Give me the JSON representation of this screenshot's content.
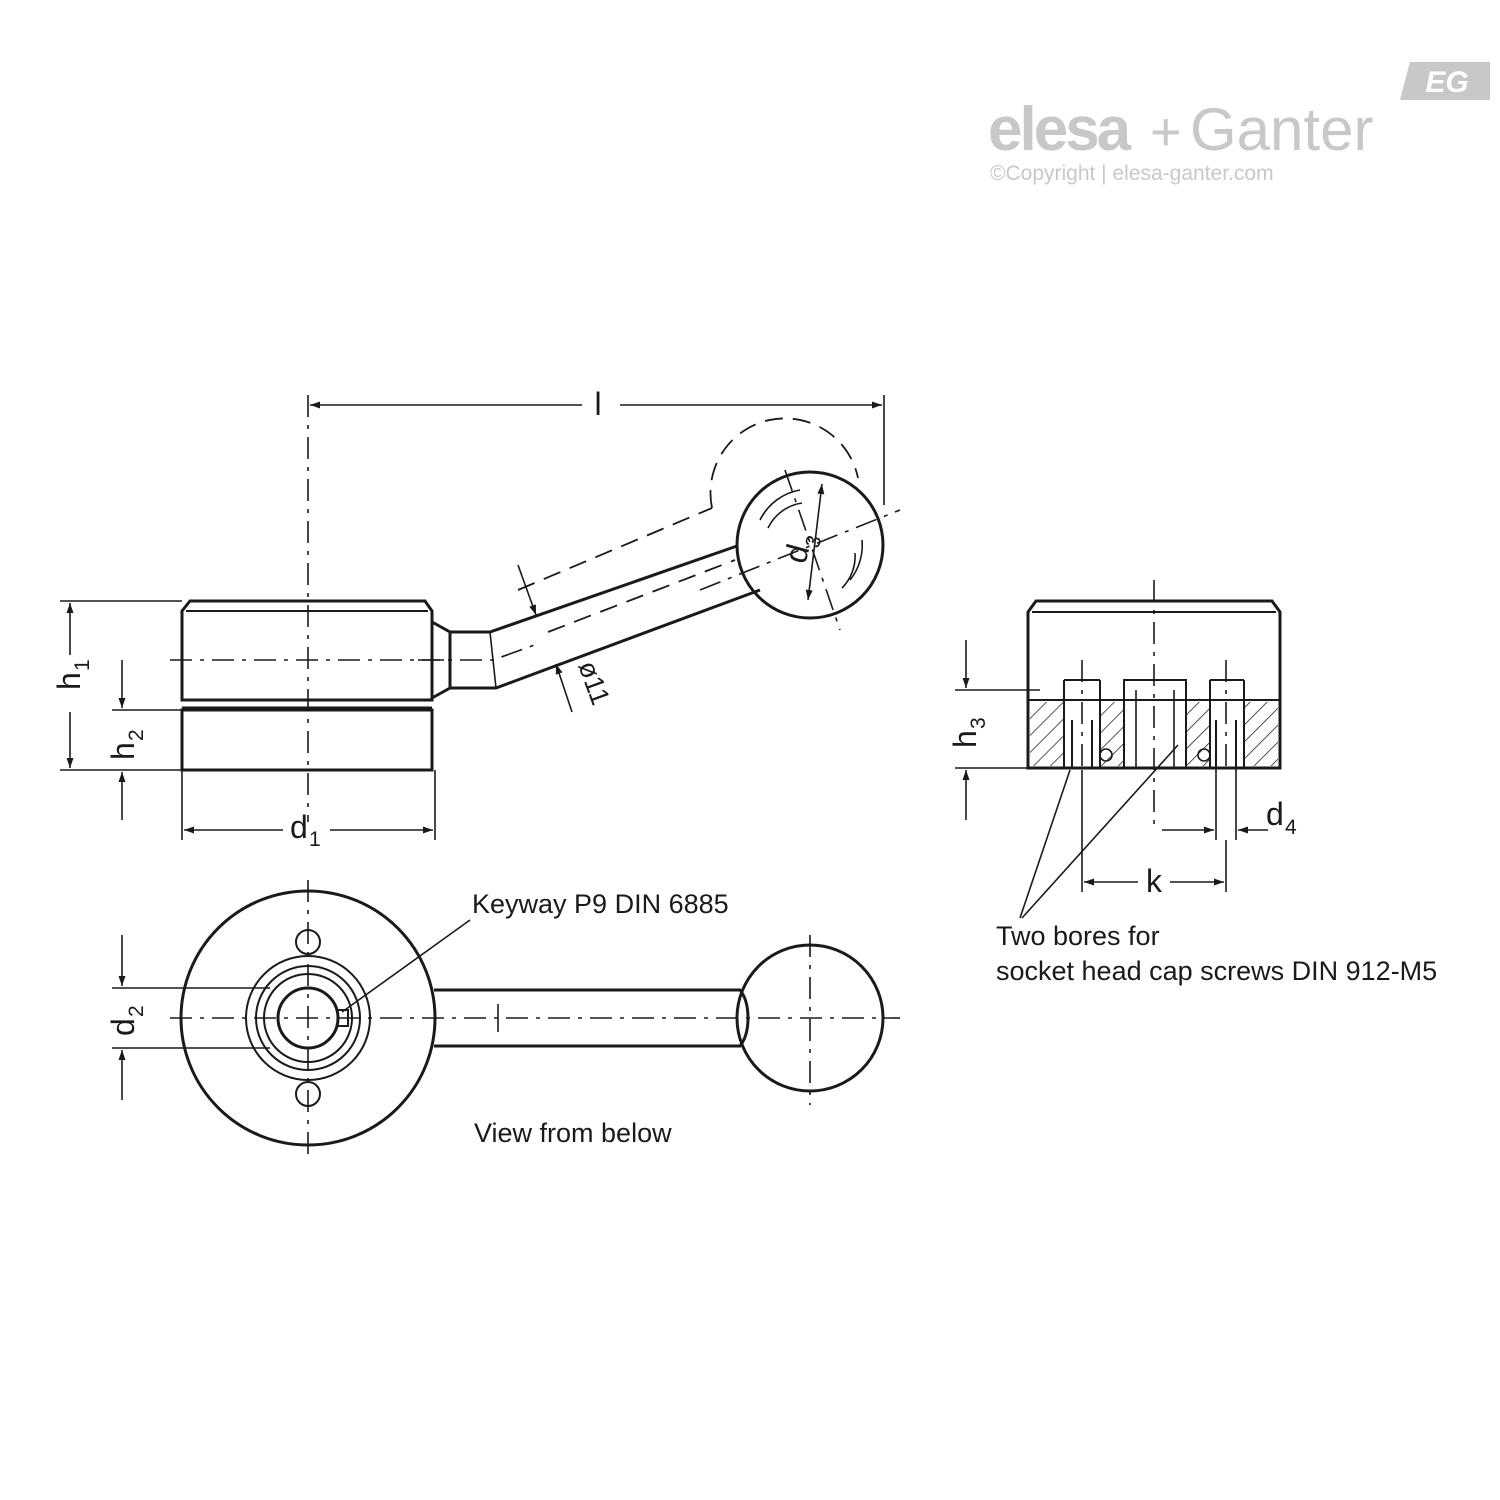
{
  "logo": {
    "brand_left": "elesa",
    "brand_plus": "+",
    "brand_right": "Ganter",
    "badge": "EG",
    "copyright": "©Copyright | elesa-ganter.com",
    "brand_color": "#c8c8c8"
  },
  "dimensions": {
    "l": "l",
    "h1": "h",
    "h1_sub": "1",
    "h2": "h",
    "h2_sub": "2",
    "h3": "h",
    "h3_sub": "3",
    "d1": "d",
    "d1_sub": "1",
    "d2": "d",
    "d2_sub": "2",
    "d3": "d",
    "d3_sub": "3",
    "d4": "d",
    "d4_sub": "4",
    "k": "k",
    "dia11": "ø11"
  },
  "labels": {
    "keyway": "Keyway P9 DIN 6885",
    "view_below": "View from below",
    "bores_line1": "Two bores for",
    "bores_line2": "socket head cap screws DIN 912-M5"
  },
  "colors": {
    "line": "#1a1a1a",
    "logo_gray": "#c8c8c8"
  }
}
